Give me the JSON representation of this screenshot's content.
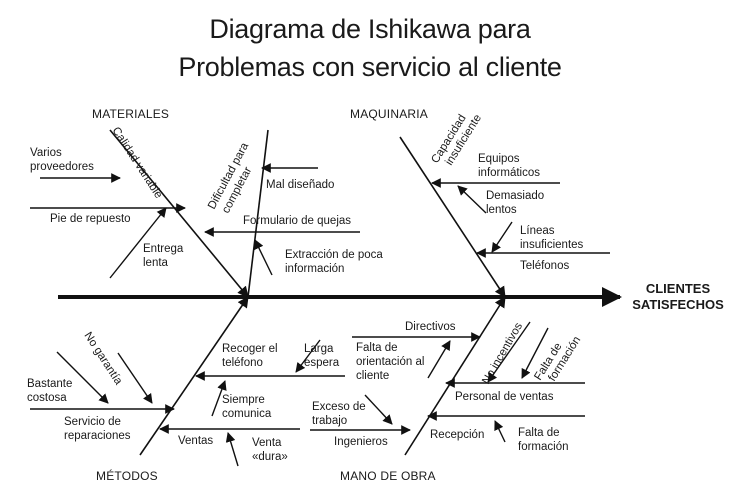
{
  "title": {
    "line1": "Diagrama de Ishikawa para",
    "line2": "Problemas con servicio al cliente"
  },
  "effect": [
    "CLIENTES",
    "SATISFECHOS"
  ],
  "categories": {
    "materiales": "MATERIALES",
    "maquinaria": "MAQUINARIA",
    "metodos": "MÉTODOS",
    "mano_de_obra": "MANO DE OBRA"
  },
  "causes": {
    "calidad_variable": "Calidad variable",
    "varios_proveedores": [
      "Varios",
      "proveedores"
    ],
    "pie_de_repuesto": "Pie de repuesto",
    "entrega_lenta": [
      "Entrega",
      "lenta"
    ],
    "dificultad_completar": [
      "Dificultad para",
      "completar"
    ],
    "mal_disenado": "Mal diseñado",
    "formulario_quejas": "Formulario de quejas",
    "extraccion": [
      "Extracción de poca",
      "información"
    ],
    "capacidad_insuficiente": [
      "Capacidad",
      "insuficiente"
    ],
    "equipos_informaticos": [
      "Equipos",
      "informáticos"
    ],
    "demasiado_lentos": [
      "Demasiado",
      "lentos"
    ],
    "lineas_insuficientes": [
      "Líneas",
      "insuficientes"
    ],
    "telefonos": "Teléfonos",
    "no_garantia": "No garantía",
    "bastante_costosa": [
      "Bastante",
      "costosa"
    ],
    "servicio_reparaciones": [
      "Servicio de",
      "reparaciones"
    ],
    "recoger_telefono": [
      "Recoger el",
      "teléfono"
    ],
    "larga_espera": [
      "Larga",
      "espera"
    ],
    "siempre_comunica": [
      "Siempre",
      "comunica"
    ],
    "ventas": "Ventas",
    "venta_dura": [
      "Venta",
      "«dura»"
    ],
    "directivos": "Directivos",
    "falta_orientacion": [
      "Falta de",
      "orientación al",
      "cliente"
    ],
    "no_incentivos": "No incentivos",
    "falta_formacion_1": [
      "Falta de",
      "formación"
    ],
    "personal_ventas": "Personal de ventas",
    "exceso_trabajo": [
      "Exceso de",
      "trabajo"
    ],
    "ingenieros": "Ingenieros",
    "recepcion": "Recepción",
    "falta_formacion_2": [
      "Falta de",
      "formación"
    ]
  }
}
